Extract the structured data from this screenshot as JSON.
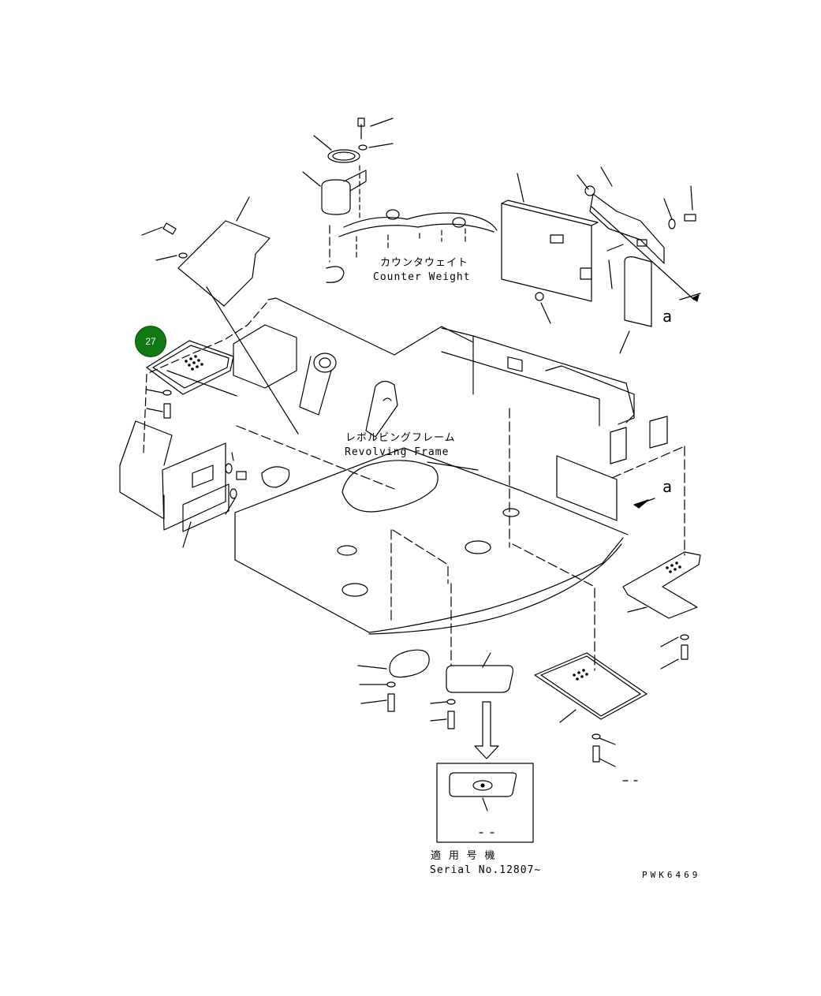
{
  "labels": {
    "counter_weight_jp": "カウンタウェイト",
    "counter_weight_en": "Counter Weight",
    "revolving_frame_jp": "レボルビングフレーム",
    "revolving_frame_en": "Revolving Frame",
    "view_a_upper": "a",
    "view_a_lower": "a",
    "serial_jp": "適 用 号 機",
    "serial_en": "Serial No.12807~",
    "drawing_code": "PWK6469"
  },
  "callout": {
    "number": "27",
    "color": "#0f7a12"
  }
}
